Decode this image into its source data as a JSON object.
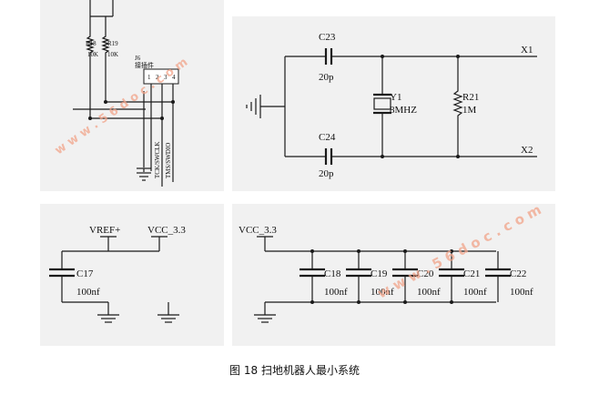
{
  "caption": "图 18 扫地机器人最小系统",
  "watermark": "w w w . 5 6 d o c . c o m",
  "jtag": {
    "r1": "R18",
    "r1v": "10K",
    "r2": "R19",
    "r2v": "10K",
    "conn": "J6",
    "conn_sub": "接插件",
    "pins": [
      "1",
      "2",
      "3",
      "4"
    ],
    "sig1": "TCK/SWCLK",
    "sig2": "TMS/SWDIO"
  },
  "osc": {
    "c_top": "C23",
    "c_top_v": "20p",
    "c_bot": "C24",
    "c_bot_v": "20p",
    "xtal": "Y1",
    "xtal_v": "8MHZ",
    "res": "R21",
    "res_v": "1M",
    "x1": "X1",
    "x2": "X2"
  },
  "vref": {
    "net1": "VREF+",
    "net2": "VCC_3.3",
    "cap": "C17",
    "cap_v": "100nf"
  },
  "decap": {
    "net": "VCC_3.3",
    "caps": [
      {
        "name": "C18",
        "value": "100nf"
      },
      {
        "name": "C19",
        "value": "100nf"
      },
      {
        "name": "C20",
        "value": "100nf"
      },
      {
        "name": "C21",
        "value": "100nf"
      },
      {
        "name": "C22",
        "value": "100nf"
      }
    ]
  }
}
